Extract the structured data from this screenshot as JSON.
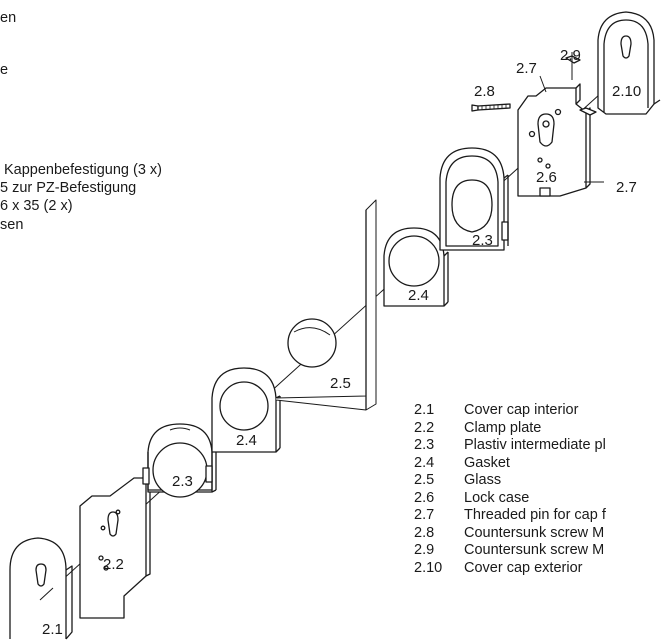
{
  "german_text": {
    "line_a": "en",
    "line_b": "e",
    "line_c": "Kappenbefestigung (3 x)",
    "line_d": "5 zur PZ-Befestigung",
    "line_e": "6 x 35 (2 x)",
    "line_f": "sen"
  },
  "part_labels": {
    "p2_1": "2.1",
    "p2_2": "2.2",
    "p2_3_left": "2.3",
    "p2_4_left": "2.4",
    "p2_5": "2.5",
    "p2_4_right": "2.4",
    "p2_3_right": "2.3",
    "p2_6": "2.6",
    "p2_7_top": "2.7",
    "p2_7_right": "2.7",
    "p2_8": "2.8",
    "p2_9": "2.9",
    "p2_10": "2.10"
  },
  "legend": [
    {
      "num": "2.1",
      "text": "Cover cap interior"
    },
    {
      "num": "2.2",
      "text": "Clamp plate"
    },
    {
      "num": "2.3",
      "text": "Plastiv intermediate pl"
    },
    {
      "num": "2.4",
      "text": "Gasket"
    },
    {
      "num": "2.5",
      "text": "Glass"
    },
    {
      "num": "2.6",
      "text": "Lock case"
    },
    {
      "num": "2.7",
      "text": "Threaded  pin for cap f"
    },
    {
      "num": "2.8",
      "text": "Countersunk screw M"
    },
    {
      "num": "2.9",
      "text": "Countersunk screw M"
    },
    {
      "num": "2.10",
      "text": "Cover cap exterior"
    }
  ]
}
